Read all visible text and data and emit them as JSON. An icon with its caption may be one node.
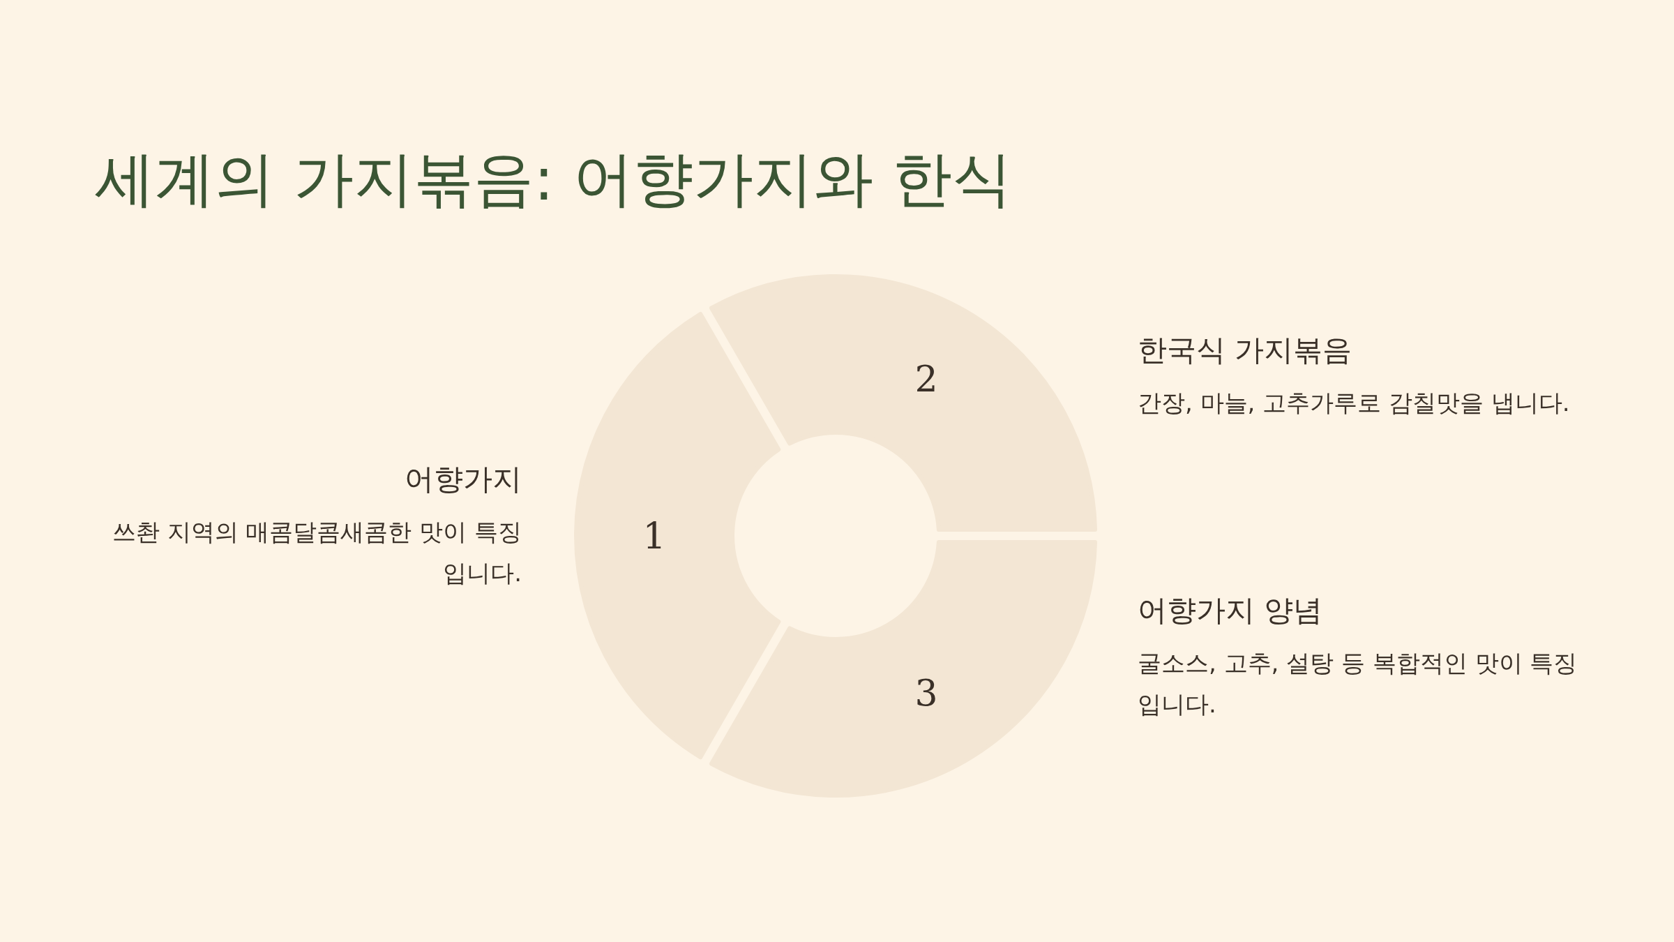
{
  "diagram": {
    "title": "세계의 가지볶음: 어향가지와 한식",
    "nodes": [
      {
        "text": [
          "1"
        ],
        "beside": [
          "어향가지",
          "쓰촨 지역의 매콤달콤새콤한 맛이 특징입니다."
        ]
      },
      {
        "text": [
          "2"
        ],
        "beside": [
          "한국식 가지볶음",
          "간장, 마늘, 고추가루로 감칠맛을 냅니다."
        ]
      },
      {
        "text": [
          "3"
        ],
        "beside": [
          "어향가지 양념",
          "굴소스, 고추, 설탕 등 복합적인 맛이 특징입니다."
        ]
      }
    ]
  }
}
